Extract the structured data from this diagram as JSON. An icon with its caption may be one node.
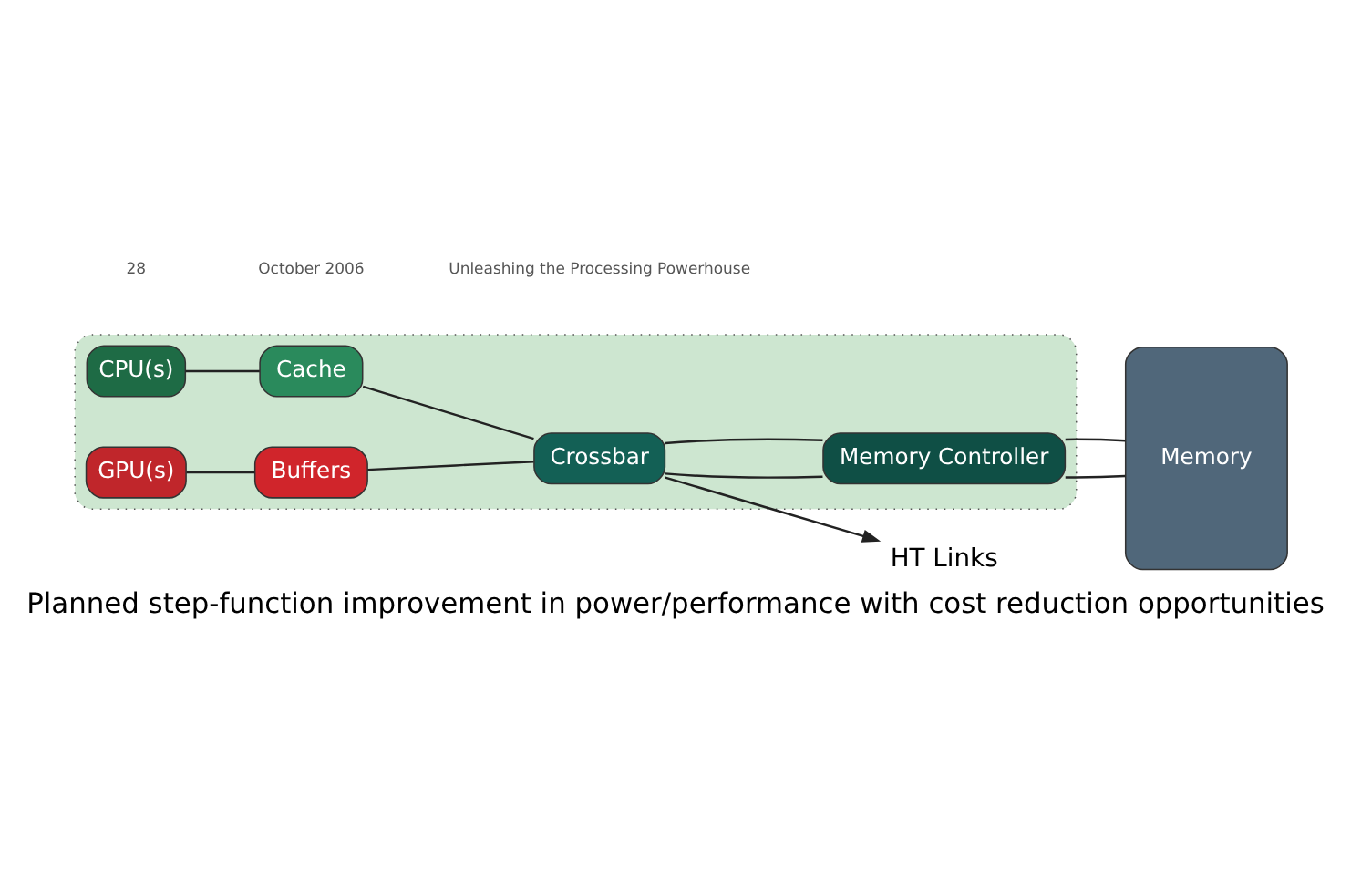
{
  "diagram": {
    "caption": "Planned step-function improvement in power/performance with cost reduction opportunities",
    "nodes": [
      {
        "text": [],
        "shape": "box"
      },
      {
        "text": [
          "CPU(s)"
        ],
        "in": 0
      },
      {
        "text": [
          "Cache"
        ],
        "in": 0
      },
      {
        "text": [
          "Crossbar"
        ],
        "in": 0
      },
      {
        "text": [
          "Memory Controller"
        ],
        "in": 0
      },
      {
        "text": [
          "GPU(s)"
        ],
        "in": 0
      },
      {
        "text": [
          "Buffers"
        ],
        "in": 0
      },
      {
        "text": [
          "Memory"
        ]
      },
      {
        "text": [
          "HT Links"
        ]
      }
    ],
    "edges": [
      {
        "from": 1,
        "to": 2,
        "arrow": "none"
      },
      {
        "from": 2,
        "to": 3,
        "arrow": "none"
      },
      {
        "from": 3,
        "to": 4,
        "arrow": "none"
      },
      {
        "from": 4,
        "to": 7,
        "arrow": "none"
      },
      {
        "from": 5,
        "to": 6,
        "arrow": "none"
      },
      {
        "from": 6,
        "to": 3,
        "arrow": "none"
      },
      {
        "from": 3,
        "to": 4,
        "arrow": "none"
      },
      {
        "from": 4,
        "to": 7,
        "arrow": "none"
      },
      {
        "from": 3,
        "to": 8,
        "arrow": "to"
      }
    ],
    "labels": [
      "28",
      "October 2006",
      "Unleashing the Processing Powerhouse"
    ]
  }
}
